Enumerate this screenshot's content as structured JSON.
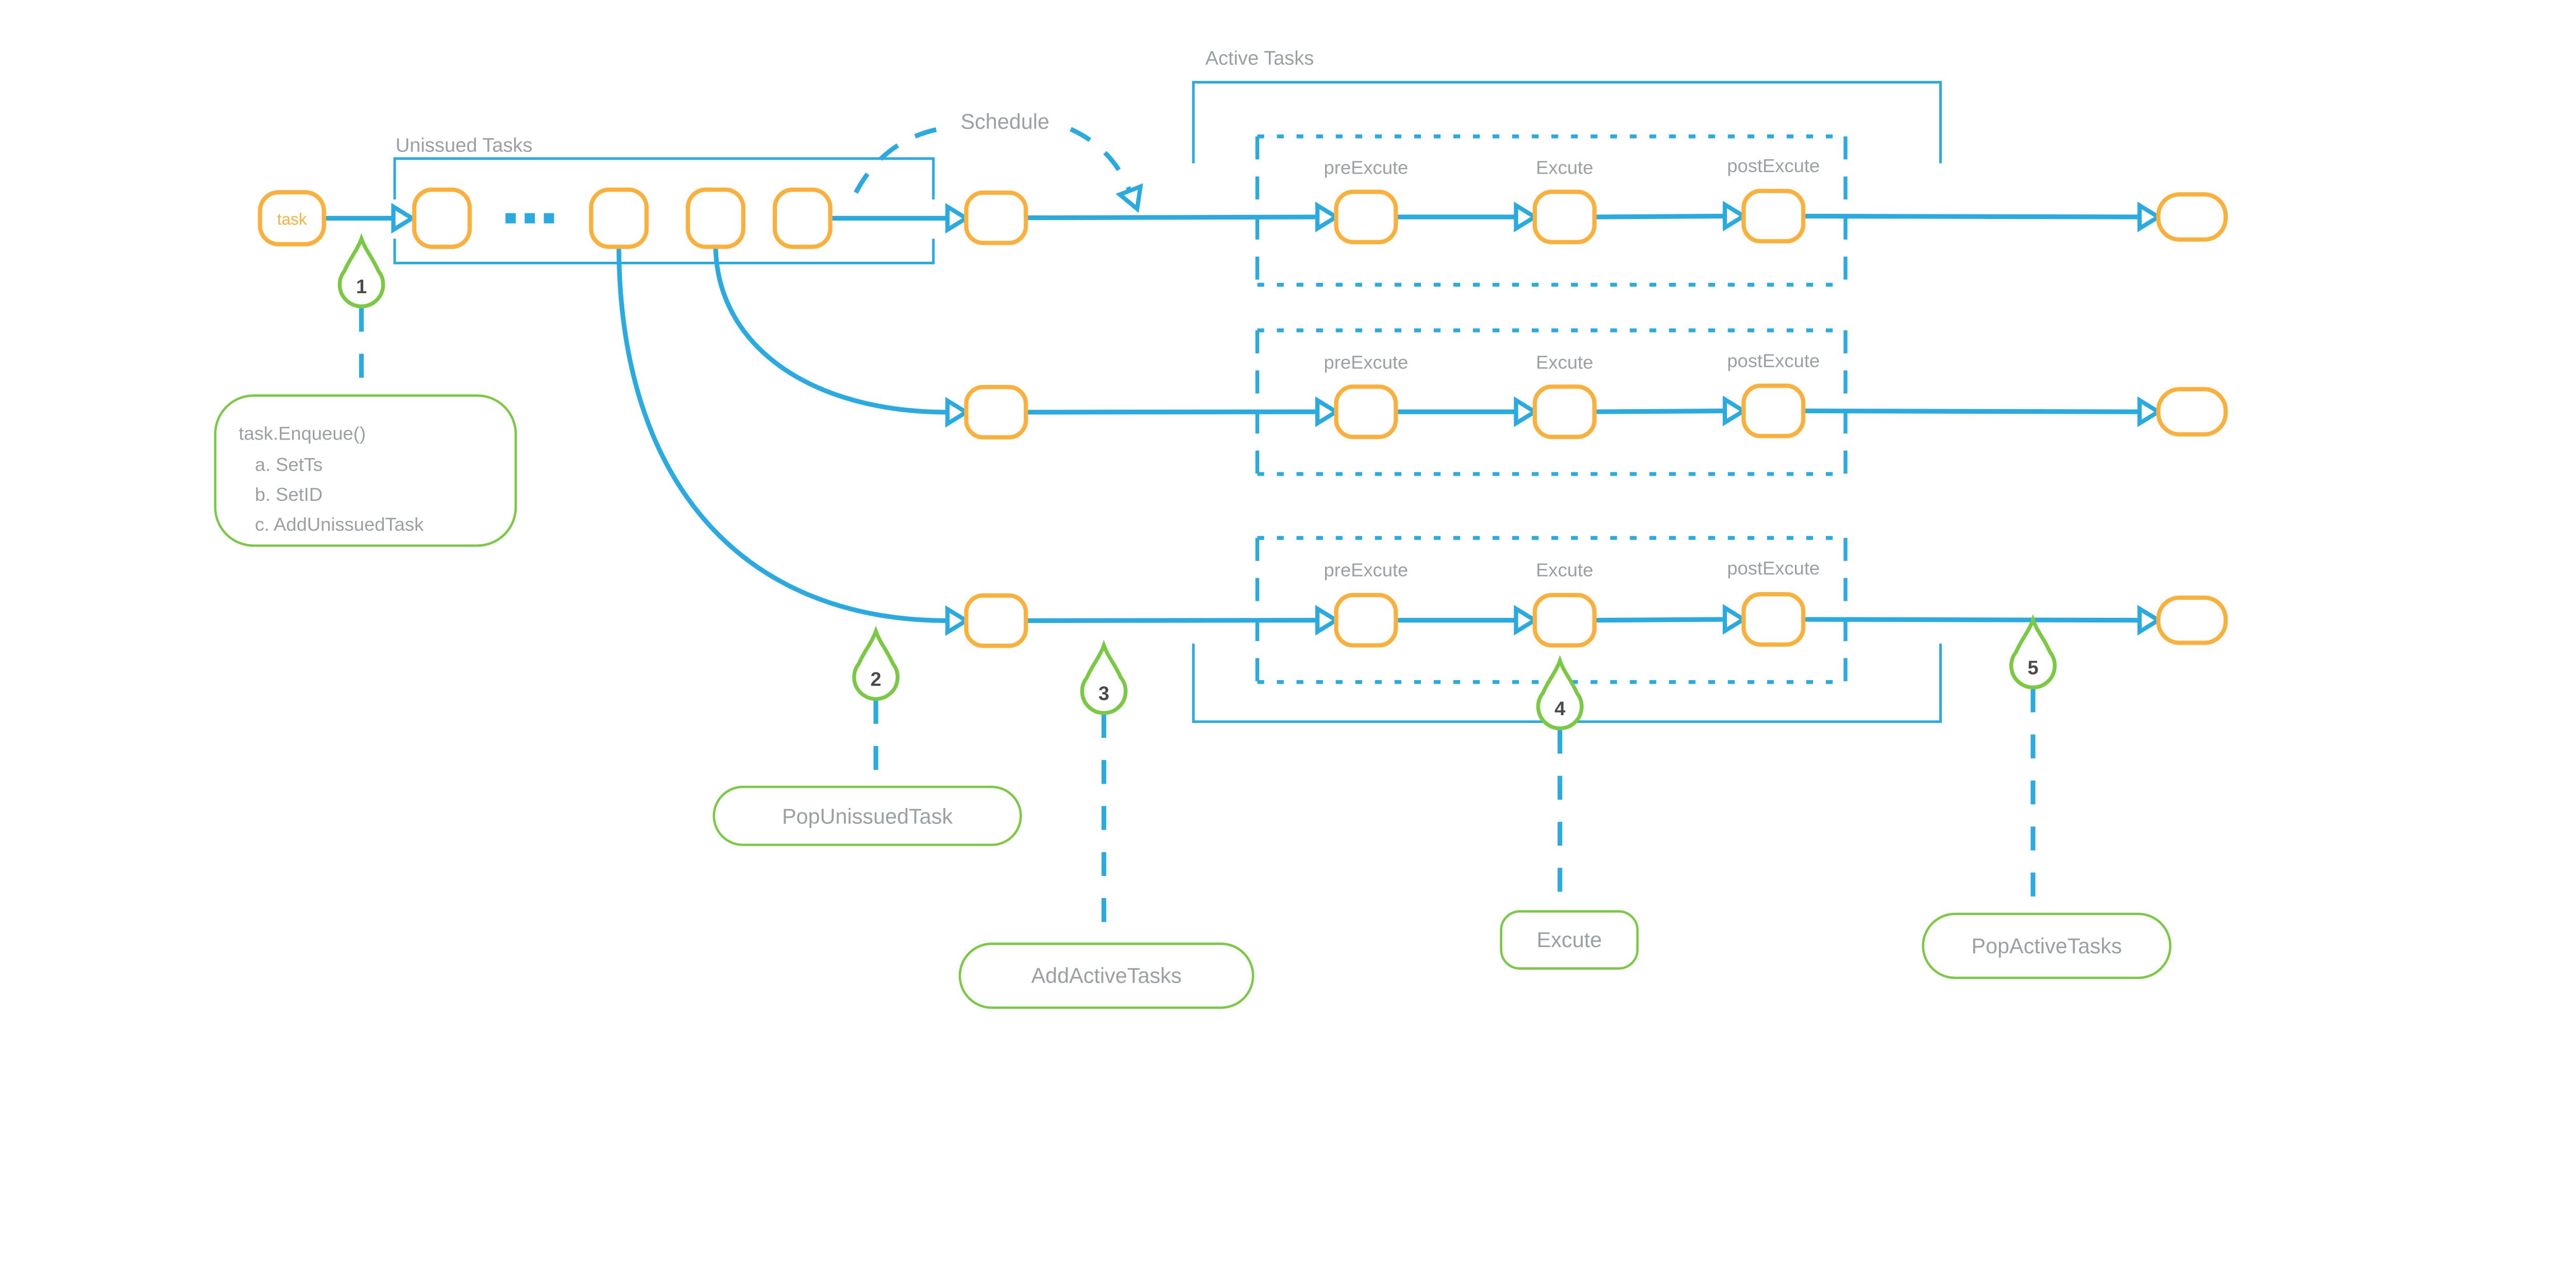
{
  "diagram": {
    "type": "task-scheduler-flow",
    "labels": {
      "unissued_tasks": "Unissued Tasks",
      "schedule": "Schedule",
      "active_tasks": "Active Tasks",
      "queue_ellipsis": "..."
    },
    "task_node": {
      "label": "task"
    },
    "pipeline": {
      "row_count": 3,
      "stages": [
        "preExcute",
        "Excute",
        "postExcute"
      ]
    },
    "markers": [
      {
        "number": "1"
      },
      {
        "number": "2"
      },
      {
        "number": "3"
      },
      {
        "number": "4"
      },
      {
        "number": "5"
      }
    ],
    "callouts": {
      "enqueue_steps": {
        "lines": [
          "task.Enqueue()",
          "a. SetTs",
          "b. SetID",
          "c. AddUnissuedTask"
        ]
      },
      "pop_unissued_task": {
        "label": "PopUnissuedTask"
      },
      "add_active_tasks": {
        "label": "AddActiveTasks"
      },
      "excute": {
        "label": "Excute"
      },
      "pop_active_tasks": {
        "label": "PopActiveTasks"
      }
    },
    "colors": {
      "flow_blue": "#29ABE2",
      "node_orange": "#FBB03B",
      "marker_green": "#7AC943",
      "label_gray": "#9AA0A3",
      "number_dark": "#4A4A4A",
      "background": "#FFFFFF"
    }
  }
}
